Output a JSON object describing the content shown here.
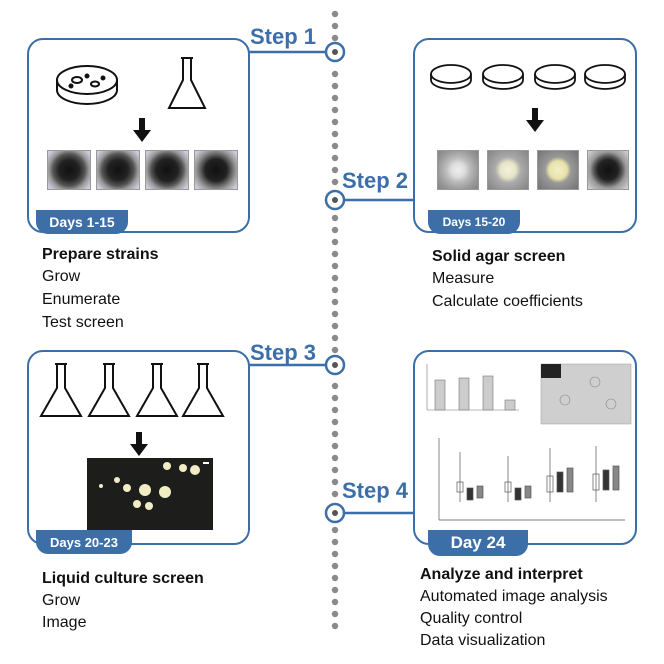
{
  "steps": [
    {
      "label": "Step 1",
      "days": "Days 1-15",
      "title": "Prepare strains",
      "items": [
        "Grow",
        "Enumerate",
        "Test screen"
      ]
    },
    {
      "label": "Step 2",
      "days": "Days 15-20",
      "title": "Solid agar screen",
      "items": [
        "Measure",
        "Calculate coefficients"
      ]
    },
    {
      "label": "Step 3",
      "days": "Days 20-23",
      "title": "Liquid culture screen",
      "items": [
        "Grow",
        "Image"
      ]
    },
    {
      "label": "Step 4",
      "days": "Day 24",
      "title": "Analyze and interpret",
      "items": [
        "Automated image analysis",
        "Quality control",
        "Data visualization"
      ]
    }
  ],
  "colors": {
    "accent": "#3c6ea8",
    "timeline_dots": "#8a8a8a"
  },
  "icons": [
    "petri-dish-icon",
    "flask-icon",
    "down-arrow-icon"
  ]
}
